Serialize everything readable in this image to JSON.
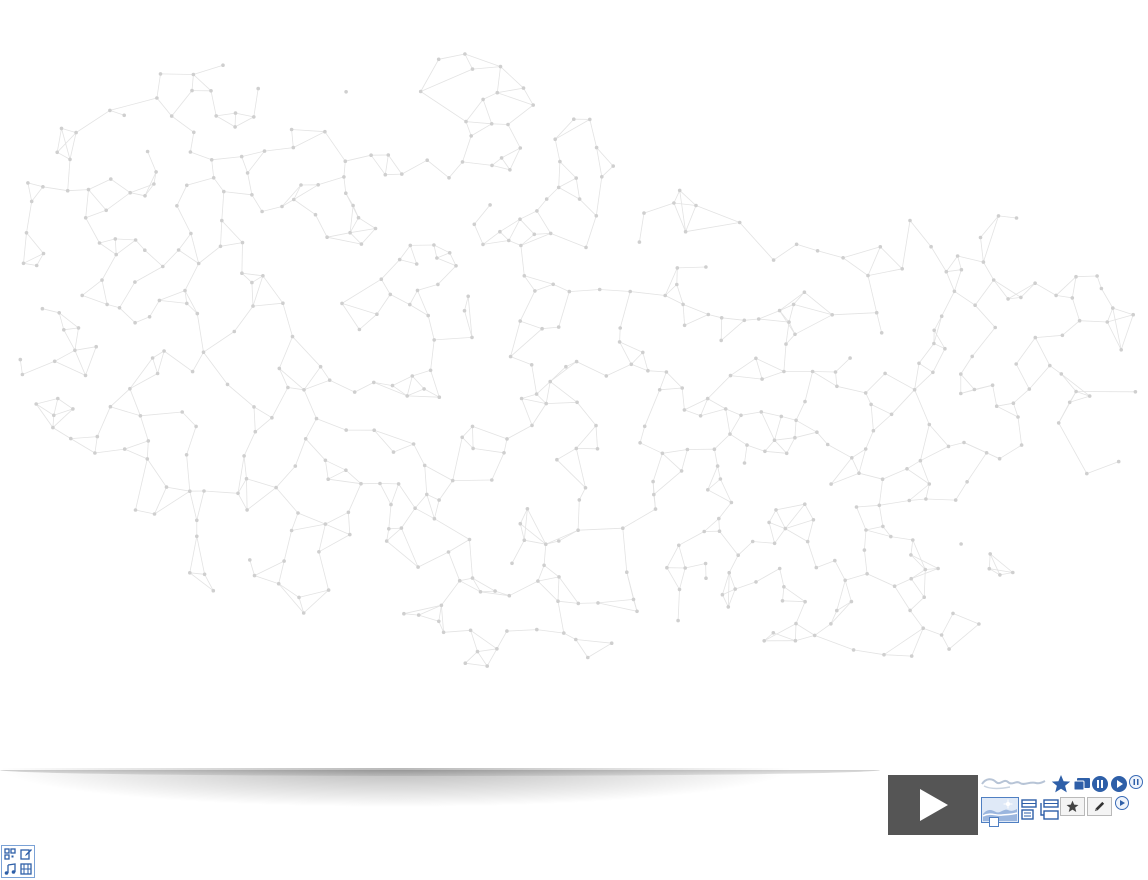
{
  "viewer": {
    "background": "#ffffff",
    "graph": {
      "node_color": "#cfcfcf",
      "edge_color": "#e3e3e3"
    }
  },
  "controls": {
    "play_button": {
      "icon": "play-icon",
      "color": "#555555"
    },
    "toolbar_row1": [
      {
        "name": "signature-path-icon",
        "icon": "squiggle-path"
      },
      {
        "name": "star-icon",
        "icon": "star",
        "color": "#2e5fa8"
      },
      {
        "name": "present-screen-icon",
        "icon": "screen"
      },
      {
        "name": "pause-icon",
        "icon": "pause"
      },
      {
        "name": "play-small-icon",
        "icon": "play"
      },
      {
        "name": "pause-outline-icon",
        "icon": "pause-outline"
      }
    ],
    "toolbar_row2": [
      {
        "name": "landscape-slide-icon",
        "icon": "slide-thumbnail"
      },
      {
        "name": "layout-list-icon",
        "icon": "layout-list"
      },
      {
        "name": "layout-tree-icon",
        "icon": "layout-tree"
      },
      {
        "name": "favorite-button",
        "icon": "star-outline"
      },
      {
        "name": "edit-button",
        "icon": "pencil"
      },
      {
        "name": "play-outline-icon",
        "icon": "play-outline"
      }
    ],
    "accent_color": "#2e5fa8"
  },
  "quick_menu": {
    "cells": [
      "qr-code-icon",
      "edit-note-icon",
      "music-note-icon",
      "film-icon"
    ]
  }
}
